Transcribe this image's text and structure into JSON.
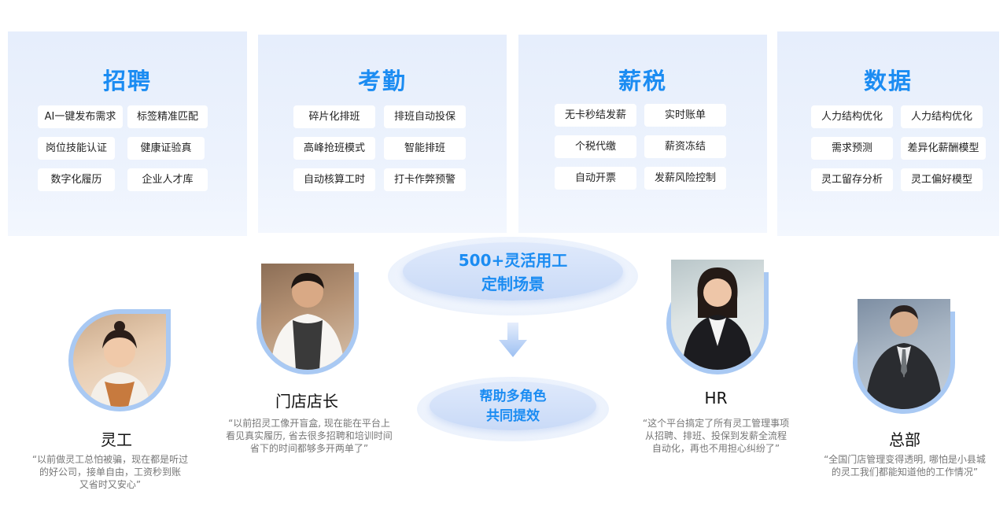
{
  "panels": [
    {
      "title": "招聘",
      "tags": [
        "AI一键发布需求",
        "标签精准匹配",
        "岗位技能认证",
        "健康证验真",
        "数字化履历",
        "企业人才库"
      ]
    },
    {
      "title": "考勤",
      "tags": [
        "碎片化排班",
        "排班自动投保",
        "高峰抢班模式",
        "智能排班",
        "自动核算工时",
        "打卡作弊预警"
      ]
    },
    {
      "title": "薪税",
      "tags": [
        "无卡秒结发薪",
        "实时账单",
        "个税代缴",
        "薪资冻结",
        "自动开票",
        "发薪风险控制"
      ]
    },
    {
      "title": "数据",
      "tags": [
        "人力结构优化",
        "人力结构优化",
        "需求预测",
        "差异化薪酬模型",
        "灵工留存分析",
        "灵工偏好模型"
      ]
    }
  ],
  "center": {
    "scenario_line1": "500+灵活用工",
    "scenario_line2": "定制场景",
    "help_line1": "帮助多角色",
    "help_line2": "共同提效"
  },
  "roles": [
    {
      "name": "灵工",
      "quote_lines": [
        "“以前做灵工总怕被骗，现在都是听过",
        "的好公司，接单自由，工资秒到账",
        "又省时又安心”"
      ]
    },
    {
      "name": "门店店长",
      "quote_lines": [
        "“以前招灵工像开盲盒, 现在能在平台上",
        "看见真实履历, 省去很多招聘和培训时间",
        "省下的时间都够多开两单了”"
      ]
    },
    {
      "name": "HR",
      "quote_lines": [
        "“这个平台搞定了所有灵工管理事项",
        "从招聘、排班、投保到发薪全流程",
        "自动化，再也不用担心纠纷了”"
      ]
    },
    {
      "name": "总部",
      "quote_lines": [
        "“全国门店管理变得透明, 哪怕是小县城",
        "的灵工我们都能知道他的工作情况”"
      ]
    }
  ],
  "colors": {
    "accent": "#1b8cf2",
    "panel_bg": "#e6eefc",
    "ring": "#a9c9f3"
  }
}
